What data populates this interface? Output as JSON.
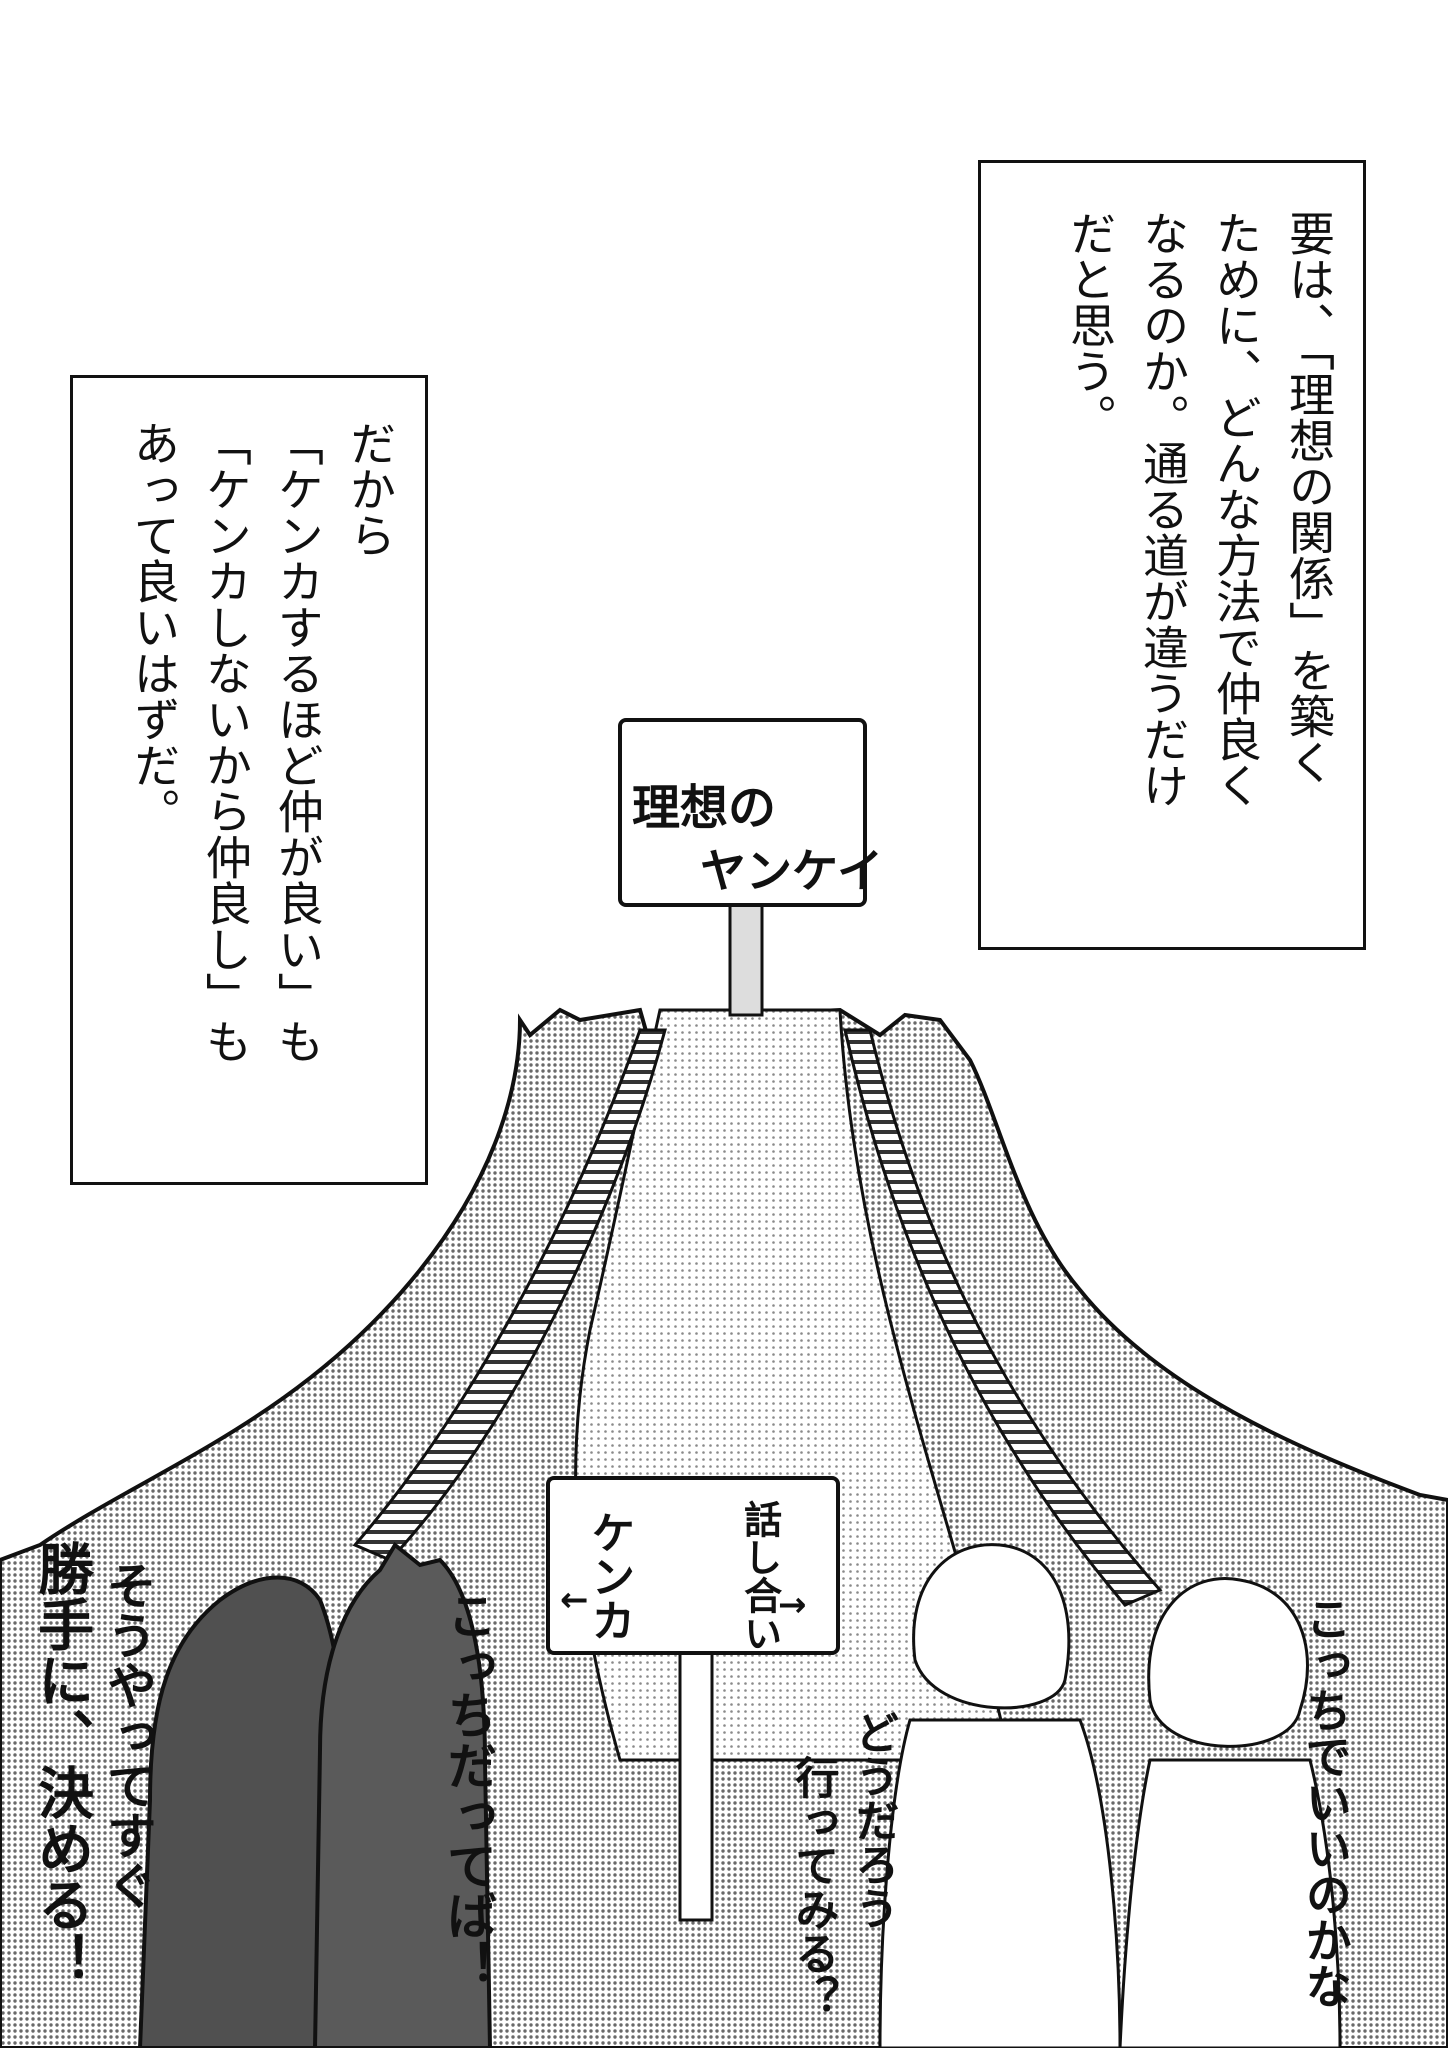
{
  "caption_right": {
    "lines": [
      "要は、「理想の関係」を築く",
      "ために、どんな方法で仲良く",
      "なるのか。通る道が違うだけ",
      "だと思う。"
    ]
  },
  "caption_left": {
    "lines": [
      "だから",
      "「ケンカするほど仲が良い」も",
      "「ケンカしないから仲良し」も",
      "あって良いはずだ。"
    ]
  },
  "summit_sign": {
    "line1": "理想の",
    "line2": "ヤンケイ"
  },
  "crossroad_sign": {
    "left": "ケンカ",
    "right": "話し合い",
    "left_arrow": "←",
    "right_arrow": "→"
  },
  "speech": {
    "left_outer": [
      "勝手に、決める！",
      "そうやってすぐ"
    ],
    "left_inner": "こっちだってば！",
    "right_middle": [
      "どうだろう",
      "行ってみる？"
    ],
    "right_outer": "こっちでいいのかな"
  },
  "colors": {
    "ink": "#111111",
    "tone": "#b8b8b8",
    "tone_dark": "#8f8f8f",
    "silhouette": "#555555",
    "paper": "#ffffff"
  }
}
